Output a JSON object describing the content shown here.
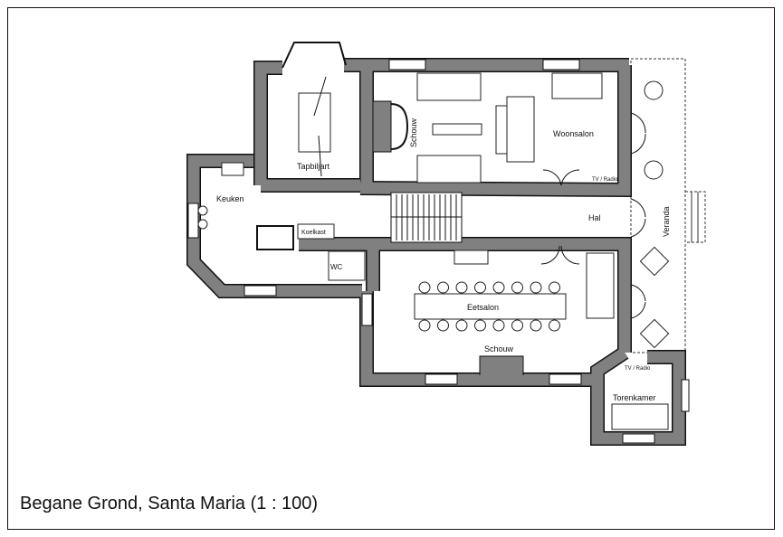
{
  "caption": "Begane Grond, Santa Maria (1 : 100)",
  "rooms": {
    "tapbiljart": "Tapbiljart",
    "schouw_top": "Schouw",
    "woonsalon": "Woonsalon",
    "tv_radio_top": "TV / Radio",
    "keuken": "Keuken",
    "koelkast": "Koelkast",
    "wc": "WC",
    "hal": "Hal",
    "veranda": "Veranda",
    "eetsalon": "Eetsalon",
    "schouw_bottom": "Schouw",
    "tv_radio_bottom": "TV / Radio",
    "torenkamer": "Torenkamer"
  },
  "colors": {
    "wall": "#808080",
    "line": "#111111"
  }
}
